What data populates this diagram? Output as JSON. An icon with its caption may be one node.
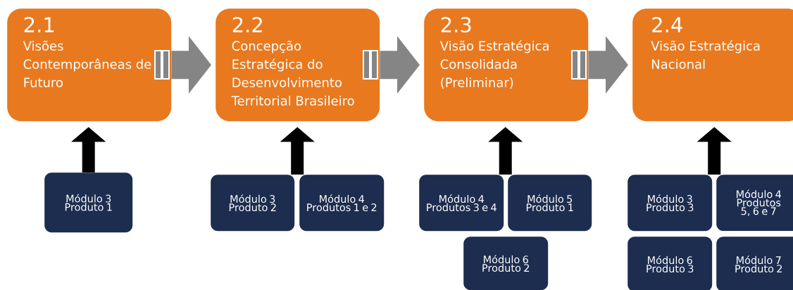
{
  "diagram": {
    "nodes": [
      {
        "text": [
          "2.1",
          "Visões Contemporâneas de Futuro"
        ]
      },
      {
        "text": [
          "2.2",
          "Concepção Estratégica do Desenvolvimento Territorial Brasileiro"
        ]
      },
      {
        "text": [
          "2.3",
          "Visão Estratégica Consolidada (Preliminar)"
        ]
      },
      {
        "text": [
          "2.4",
          "Visão Estratégica Nacional"
        ]
      },
      {
        "text": [
          "Módulo 3 Produto 1"
        ]
      },
      {
        "text": [
          "Módulo 3 Produto 2"
        ]
      },
      {
        "text": [
          "Módulo 4 Produtos 1 e 2"
        ]
      },
      {
        "text": [
          "Módulo 4 Produtos 3 e 4"
        ]
      },
      {
        "text": [
          "Módulo 5 Produto 1"
        ]
      },
      {
        "text": [
          "Módulo 6 Produto 2"
        ]
      },
      {
        "text": [
          "Módulo 3 Produto 3"
        ]
      },
      {
        "text": [
          "Módulo 4 Produtos 5, 6 e 7"
        ]
      },
      {
        "text": [
          "Módulo 6 Produto 3"
        ]
      },
      {
        "text": [
          "Módulo 7 Produto 2"
        ]
      }
    ],
    "edges": [
      {
        "from": 0,
        "to": 1,
        "arrow": "to",
        "style": "thick",
        "color": "#858585"
      },
      {
        "from": 1,
        "to": 2,
        "arrow": "to",
        "style": "thick",
        "color": "#858585"
      },
      {
        "from": 2,
        "to": 3,
        "arrow": "to",
        "style": "thick",
        "color": "#858585"
      },
      {
        "from": 4,
        "to": 0,
        "arrow": "to"
      },
      {
        "from": 5,
        "to": 1,
        "arrow": "to"
      },
      {
        "from": 6,
        "to": 1,
        "arrow": "to"
      },
      {
        "from": 7,
        "to": 2,
        "arrow": "to"
      },
      {
        "from": 8,
        "to": 2,
        "arrow": "to"
      },
      {
        "from": 10,
        "to": 3,
        "arrow": "to"
      },
      {
        "from": 11,
        "to": 3,
        "arrow": "to"
      }
    ]
  }
}
